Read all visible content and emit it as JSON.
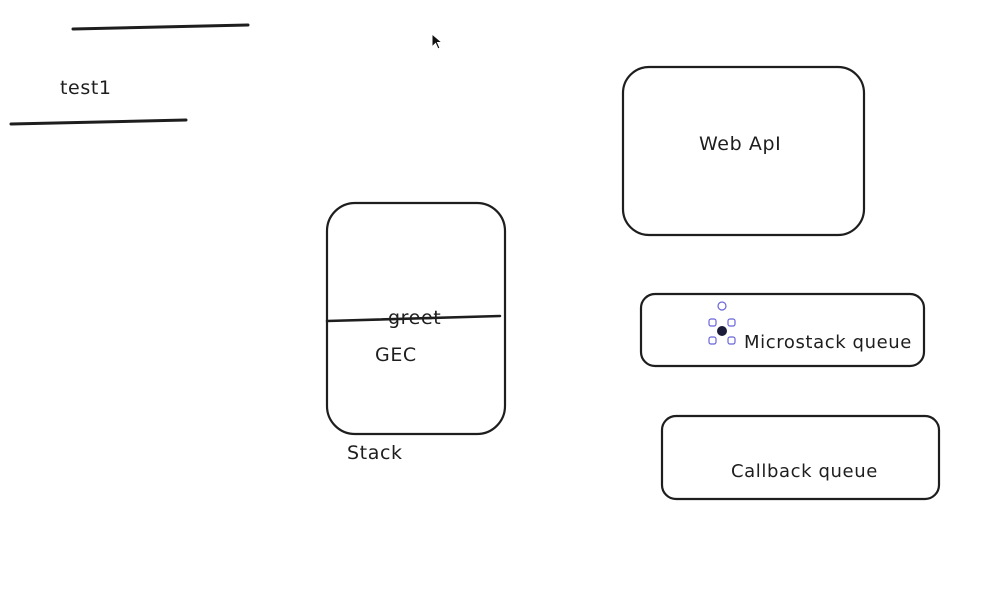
{
  "canvas": {
    "text_test1": "test1",
    "text_web_api": "Web ApI",
    "text_greet": "greet",
    "text_gec": "GEC",
    "text_stack": "Stack",
    "text_microstack_queue": "Microstack queue",
    "text_callback_queue": "Callback queue"
  },
  "colors": {
    "stroke": "#1e1e1e",
    "selection": "#6965db",
    "background": "#ffffff"
  },
  "icons": {
    "cursor": "mouse-pointer-icon",
    "selection_handles": "selection-handles-icon"
  }
}
